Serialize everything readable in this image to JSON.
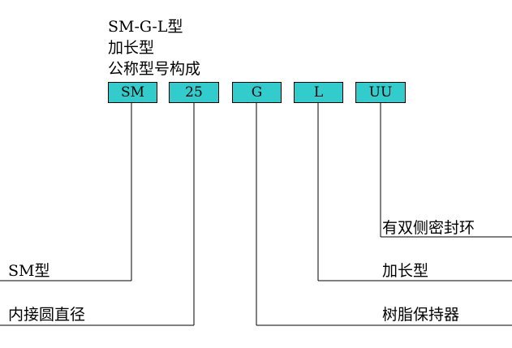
{
  "title": {
    "model_series": "SM-G-L型",
    "variant": "加长型",
    "heading": "公称型号构成"
  },
  "code_segments": {
    "series": "SM",
    "inner_diameter": "25",
    "retainer": "G",
    "length": "L",
    "seal": "UU"
  },
  "descriptions": {
    "series": "SM型",
    "inner_diameter": "内接圆直径",
    "retainer": "树脂保持器",
    "length": "加长型",
    "seal": "有双侧密封环"
  },
  "colors": {
    "box_fill": "#33cccc",
    "line": "#000000",
    "background": "#ffffff"
  }
}
